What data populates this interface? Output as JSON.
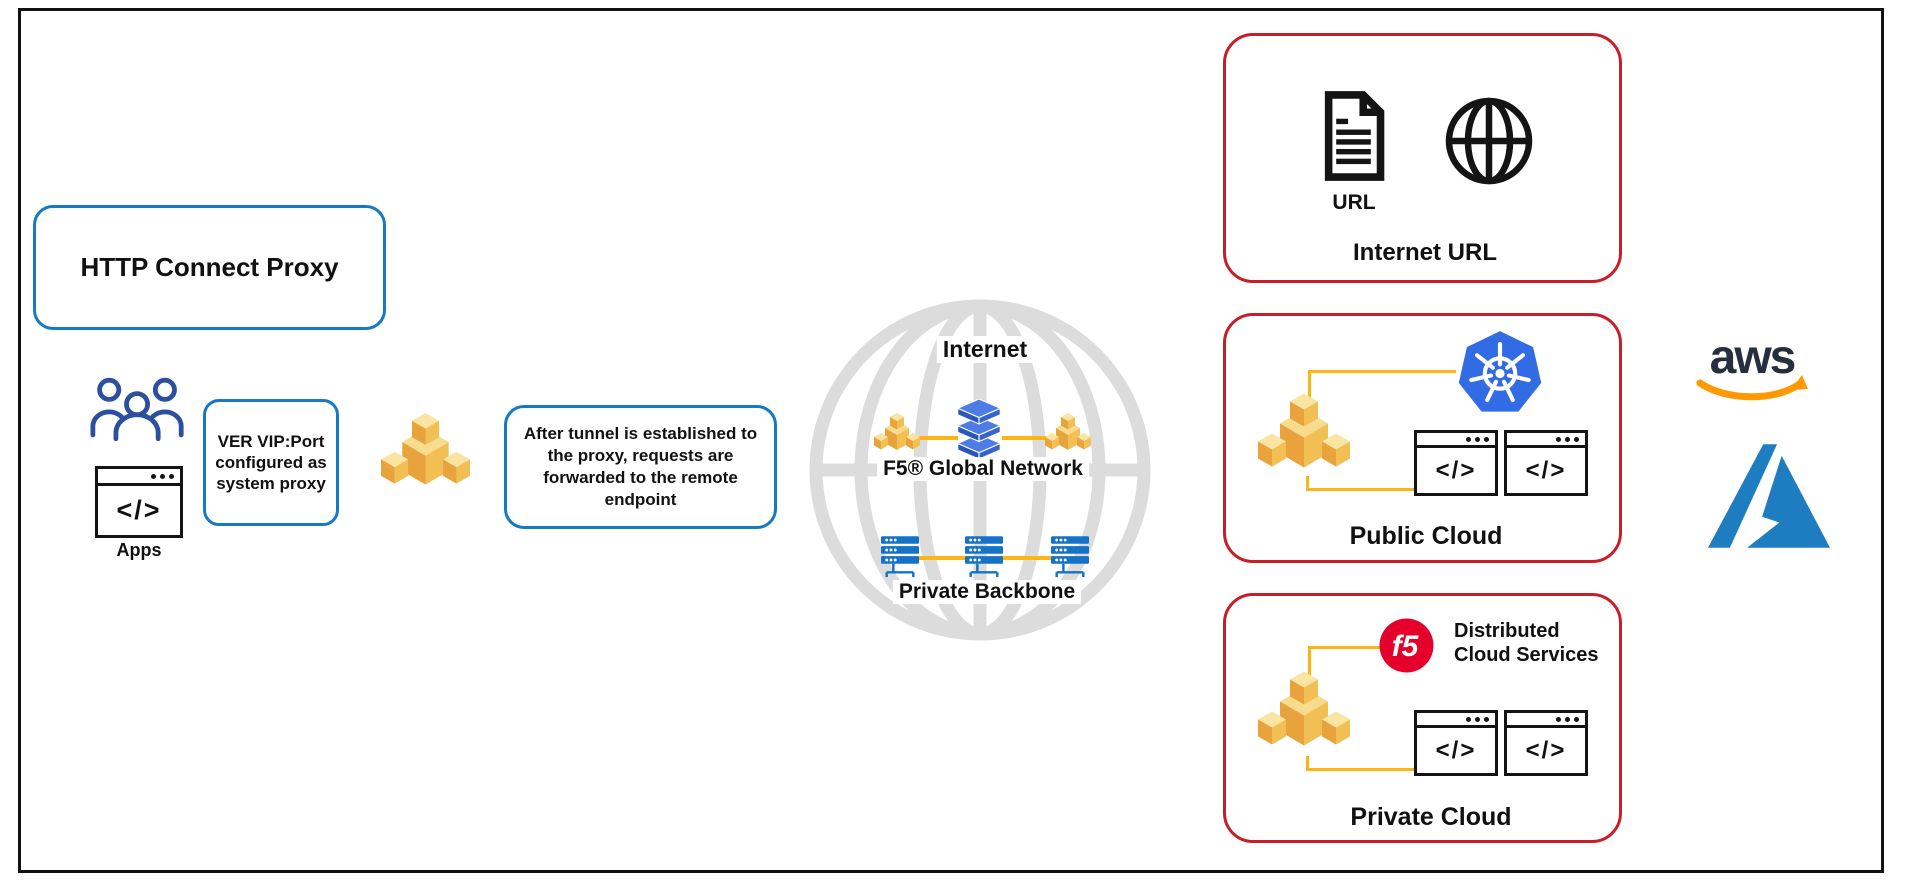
{
  "left_flow": {
    "title_box": "HTTP Connect Proxy",
    "apps_label": "Apps",
    "code_glyph": "</>",
    "ver_box": "VER VIP:Port configured as system proxy",
    "tunnel_box": "After tunnel is established to the proxy, requests are forwarded to the remote endpoint"
  },
  "globe": {
    "internet_label": "Internet",
    "f5_network_label": "F5® Global Network",
    "private_backbone_label": "Private Backbone"
  },
  "destinations": {
    "internet_url": {
      "icon_label": "URL",
      "title": "Internet URL"
    },
    "public_cloud": {
      "title": "Public Cloud"
    },
    "private_cloud": {
      "title": "Private Cloud",
      "f5_text": "f5",
      "service_line1": "Distributed",
      "service_line2": "Cloud Services"
    }
  },
  "providers": {
    "aws_text": "aws"
  },
  "colors": {
    "blue_border": "#1779c4",
    "red_border": "#c81e28",
    "connector_yellow": "#fcb515",
    "cube_top": "#f8dc8e",
    "cube_left": "#e8a33d",
    "cube_right": "#f2bf55",
    "globe_gray": "#dcdcdc",
    "users_navy": "#2c4f9e",
    "rack_blue": "#1472c8",
    "stack_blue": "#3863cf",
    "k8s_blue": "#326ce5",
    "f5_red": "#e4002b",
    "aws_navy": "#252f3e",
    "aws_orange": "#ff9900",
    "azure_blue": "#1e7cc0",
    "ink": "#141414"
  }
}
